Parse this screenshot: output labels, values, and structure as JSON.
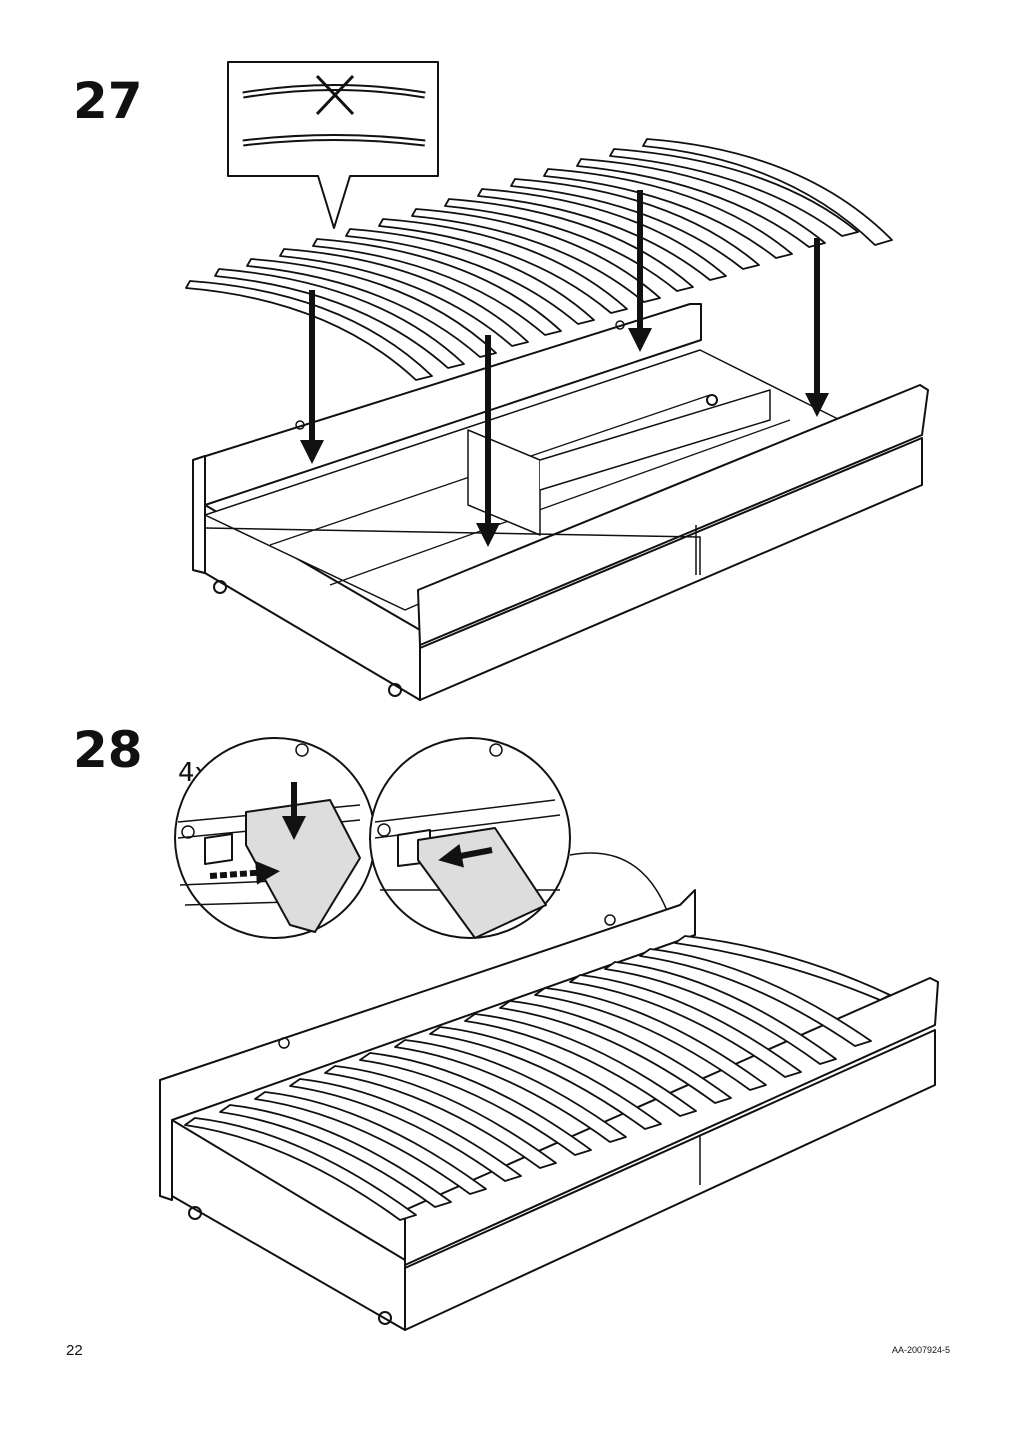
{
  "steps": [
    {
      "number": "27"
    },
    {
      "number": "28",
      "quantity": "4x"
    }
  ],
  "footer": {
    "page_number": "22",
    "document_id": "AA-2007924-5"
  },
  "icons": {
    "wrong": "cross-icon",
    "move_down": "arrow-down-icon",
    "slide": "arrow-left-icon"
  }
}
